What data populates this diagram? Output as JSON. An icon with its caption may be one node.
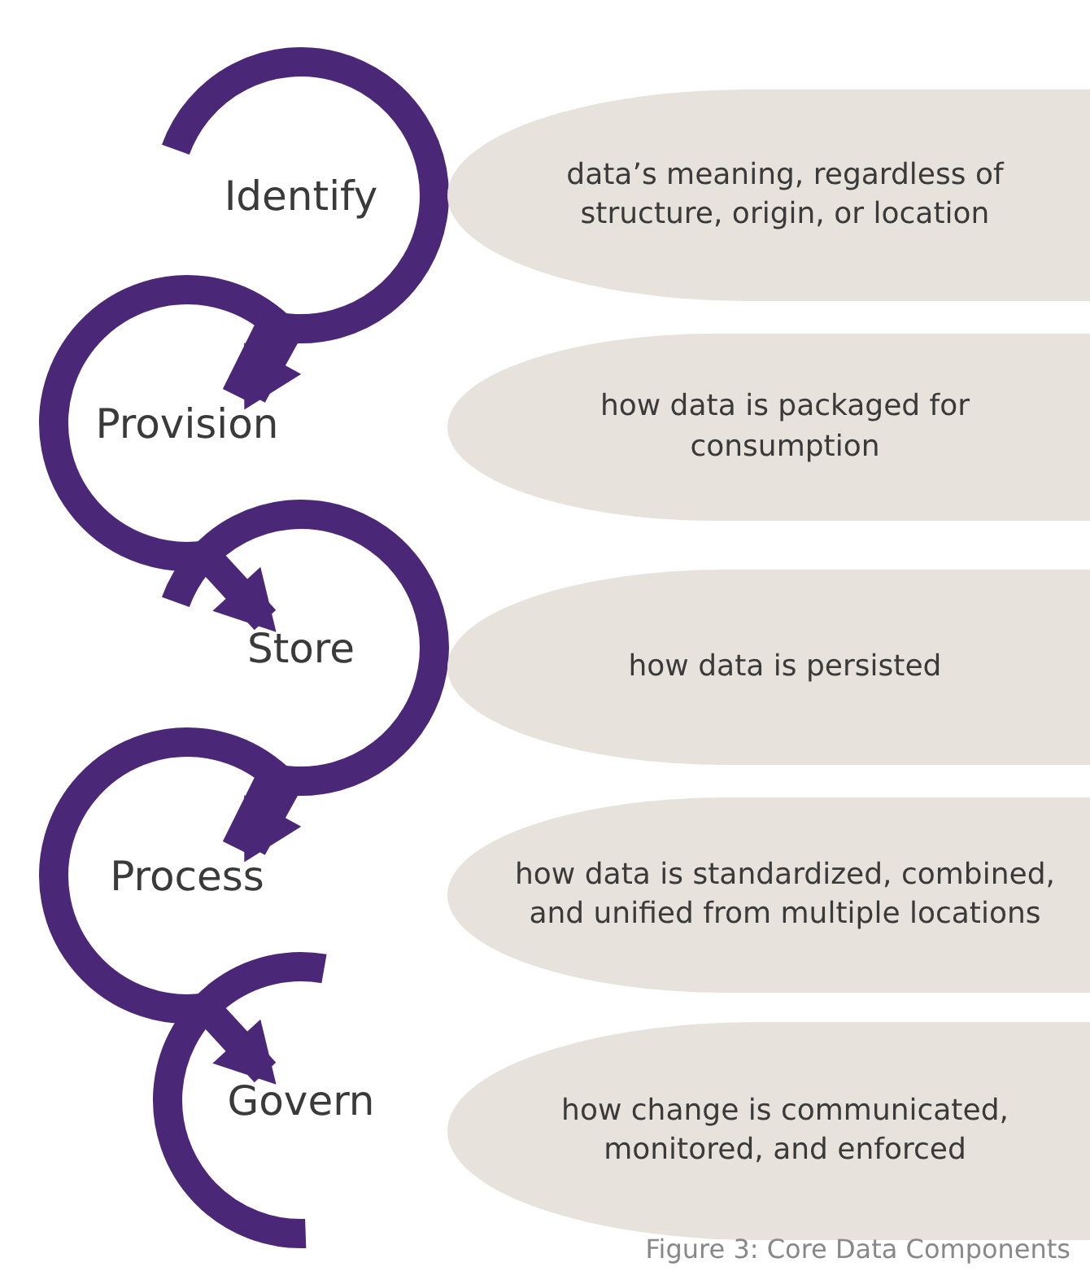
{
  "diagram": {
    "caption": "Figure 3: Core Data Components",
    "nodes": [
      {
        "text": [
          "Identify"
        ]
      },
      {
        "text": [
          "data’s meaning, regardless of structure, origin, or location"
        ]
      },
      {
        "text": [
          "Provision"
        ]
      },
      {
        "text": [
          "how data is packaged for consumption"
        ]
      },
      {
        "text": [
          "Store"
        ]
      },
      {
        "text": [
          "how data is persisted"
        ]
      },
      {
        "text": [
          "Process"
        ]
      },
      {
        "text": [
          "how data is standardized, combined, and unified from multiple locations"
        ]
      },
      {
        "text": [
          "Govern"
        ]
      },
      {
        "text": [
          "how change is communicated, monitored, and enforced"
        ]
      }
    ],
    "edges": [
      {
        "from": 0,
        "to": 2,
        "arrow": "to"
      },
      {
        "from": 2,
        "to": 4,
        "arrow": "to"
      },
      {
        "from": 4,
        "to": 6,
        "arrow": "to"
      },
      {
        "from": 6,
        "to": 8,
        "arrow": "to"
      }
    ]
  }
}
